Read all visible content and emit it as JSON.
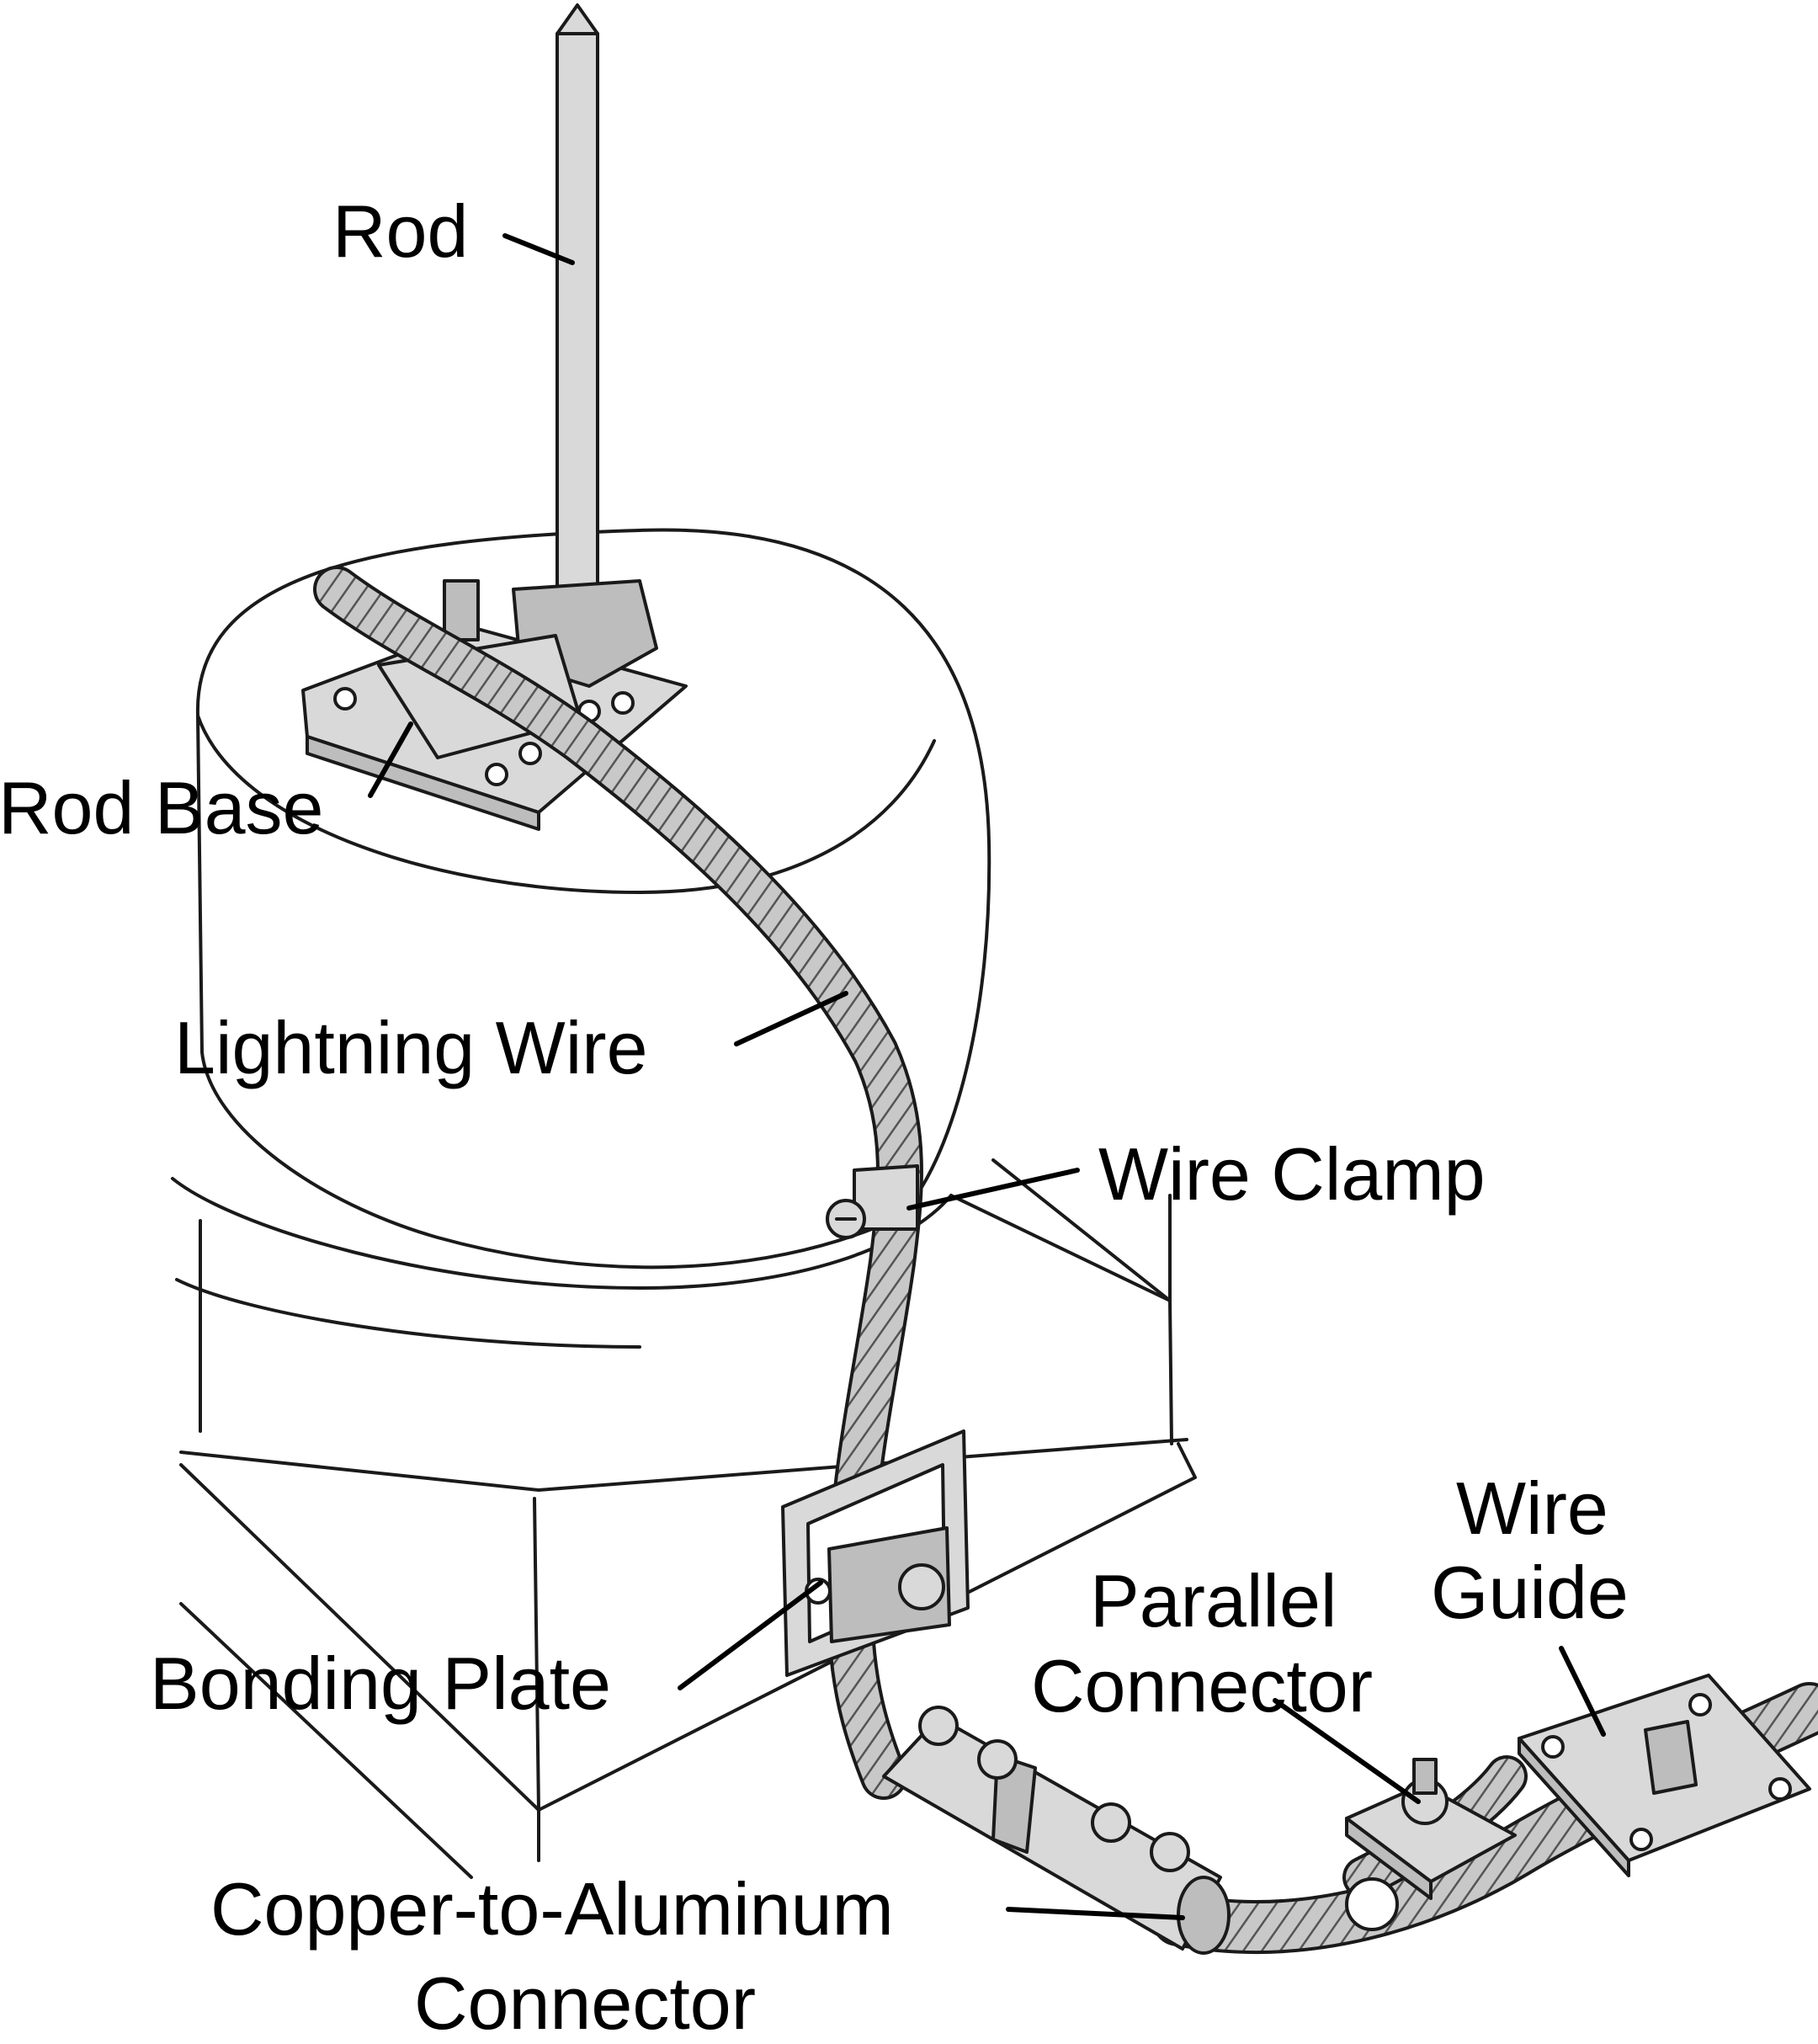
{
  "labels": {
    "rod": "Rod",
    "rod_base": "Rod Base",
    "lightning_wire": "Lightning Wire",
    "wire_clamp": "Wire Clamp",
    "bonding_plate": "Bonding Plate",
    "parallel_connector_line1": "Parallel",
    "parallel_connector_line2": "Connector",
    "wire_guide_line1": "Wire",
    "wire_guide_line2": "Guide",
    "cu_al_connector_line1": "Copper-to-Aluminum",
    "cu_al_connector_line2": "Connector"
  },
  "colors": {
    "ink": "#1a1a1a",
    "metal_light": "#d9d9d9",
    "metal_dark": "#bdbdbd",
    "background": "#ffffff"
  }
}
